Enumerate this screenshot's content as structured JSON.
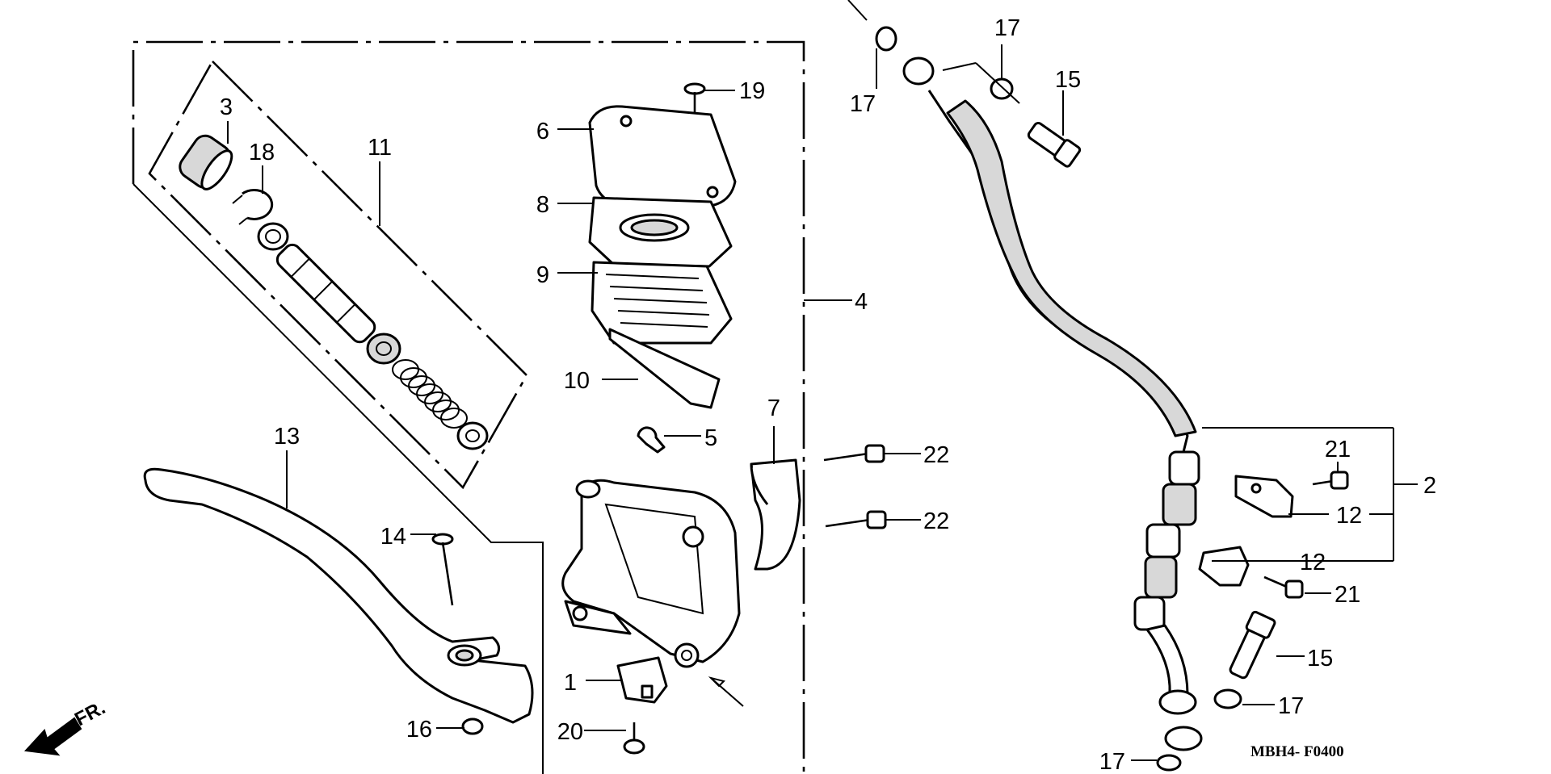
{
  "diagram": {
    "callouts": {
      "n1": "1",
      "n2": "2",
      "n3": "3",
      "n4": "4",
      "n5": "5",
      "n6": "6",
      "n7": "7",
      "n8": "8",
      "n9": "9",
      "n10": "10",
      "n11": "11",
      "n12a": "12",
      "n12b": "12",
      "n13": "13",
      "n14": "14",
      "n15a": "15",
      "n15b": "15",
      "n16": "16",
      "n17a": "17",
      "n17b": "17",
      "n17c": "17",
      "n17d": "17",
      "n18": "18",
      "n19": "19",
      "n20": "20",
      "n21a": "21",
      "n21b": "21",
      "n22a": "22",
      "n22b": "22"
    },
    "direction_label": "FR.",
    "diagram_code": "MBH4- F0400"
  }
}
